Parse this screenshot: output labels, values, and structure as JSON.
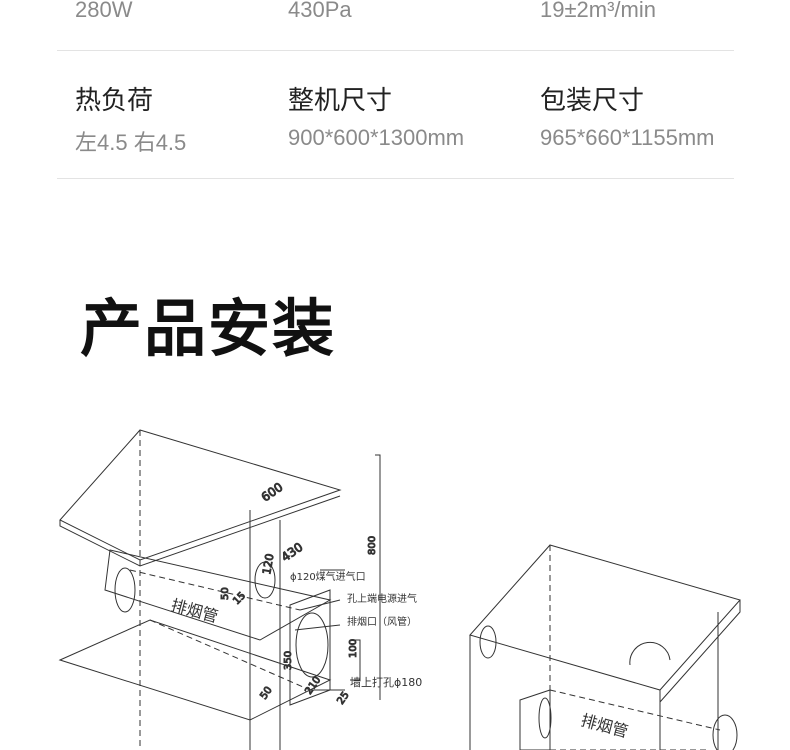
{
  "specs_row1": [
    {
      "value": "280W"
    },
    {
      "value": "430Pa"
    },
    {
      "value": "19±2m³/min"
    }
  ],
  "specs_row2": [
    {
      "label": "热负荷",
      "value": "左4.5 右4.5"
    },
    {
      "label": "整机尺寸",
      "value": "900*600*1300mm"
    },
    {
      "label": "包装尺寸",
      "value": "965*660*1155mm"
    }
  ],
  "section_title": "产品安装",
  "diagram": {
    "dims": {
      "d600": "600",
      "d430": "430",
      "d800": "800",
      "d120": "120",
      "d50a": "50",
      "d15": "15",
      "d350": "350",
      "d100": "100",
      "d210": "210",
      "d50b": "50",
      "d25": "25"
    },
    "annotations": {
      "gas_inlet": "ϕ120煤气进气口",
      "power_inlet": "孔上端电源进气",
      "exhaust_port": "排烟口（风管）",
      "wall_hole": "墙上打孔ϕ180"
    },
    "pipe_label_left": "排烟管",
    "pipe_label_right": "排烟管"
  }
}
